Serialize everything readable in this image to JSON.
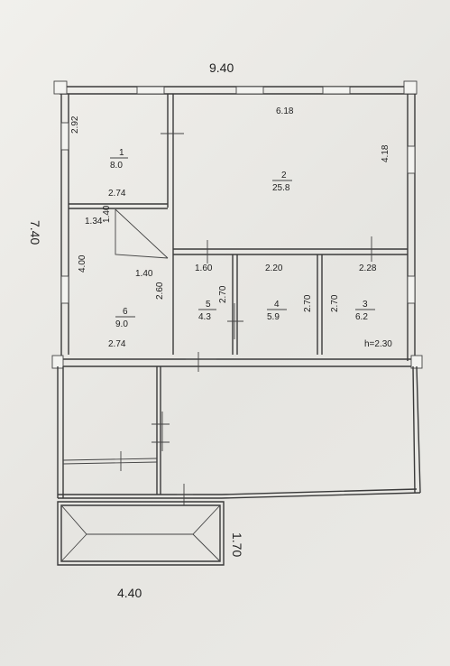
{
  "overall": {
    "width_top": "9.40",
    "height_left": "7.40",
    "porch_width": "4.40",
    "porch_depth": "1.70"
  },
  "rooms": [
    {
      "id": "1",
      "area": "8.0"
    },
    {
      "id": "2",
      "area": "25.8"
    },
    {
      "id": "3",
      "area": "6.2"
    },
    {
      "id": "4",
      "area": "5.9"
    },
    {
      "id": "5",
      "area": "4.3"
    },
    {
      "id": "6",
      "area": "9.0"
    }
  ],
  "dims": {
    "room1_height": "2.92",
    "room1_width": "2.74",
    "room2_width": "6.18",
    "room2_height": "4.18",
    "stair_w": "1.34",
    "stair_h": "1.40",
    "room6_height": "4.00",
    "room6_width": "1.40",
    "room6_bottom": "2.74",
    "room5_width": "1.60",
    "room5_h_left": "2.60",
    "room5_h_right": "2.70",
    "room4_width": "2.20",
    "room4_h": "2.70",
    "room3_h": "2.70",
    "room3_width": "2.28",
    "ceiling_height": "h=2.30"
  },
  "colors": {
    "line": "#3a3a3a",
    "paper": "#ecebe7"
  }
}
